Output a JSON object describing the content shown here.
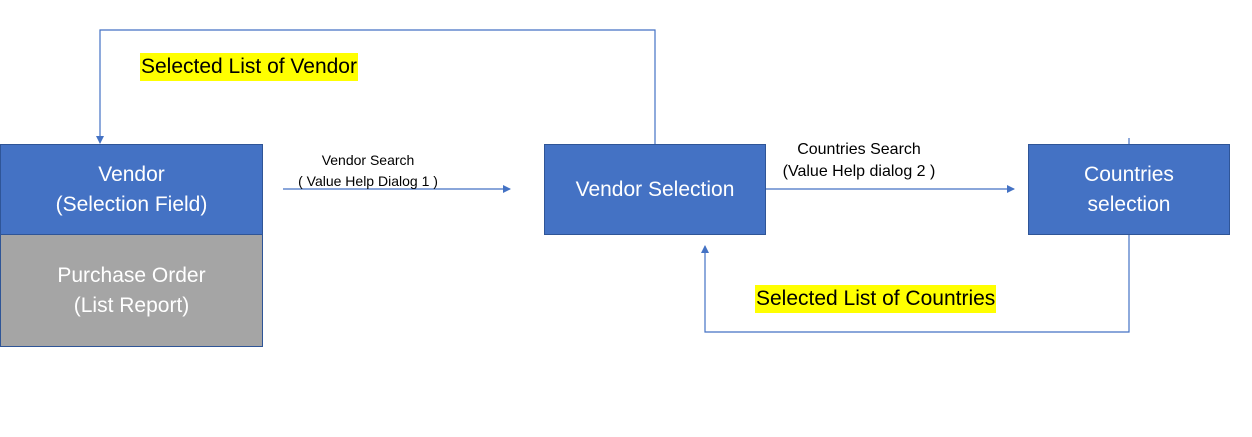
{
  "boxes": {
    "vendor": {
      "line1": "Vendor",
      "line2": "(Selection Field)"
    },
    "purchase_order": {
      "line1": "Purchase Order",
      "line2": "(List Report)"
    },
    "vendor_selection": {
      "line1": "Vendor Selection"
    },
    "countries": {
      "line1": "Countries",
      "line2": "selection"
    }
  },
  "edges": {
    "vendor_search": {
      "line1": "Vendor Search",
      "line2": "( Value Help Dialog 1 )"
    },
    "countries_search": {
      "line1": "Countries Search",
      "line2": "(Value Help dialog 2 )"
    },
    "selected_vendor": "Selected List of Vendor",
    "selected_countries": "Selected List of Countries"
  },
  "colors": {
    "box_fill": "#4472c4",
    "secondary_fill": "#a5a5a5",
    "arrow": "#4472c4",
    "highlight": "#ffff00"
  }
}
